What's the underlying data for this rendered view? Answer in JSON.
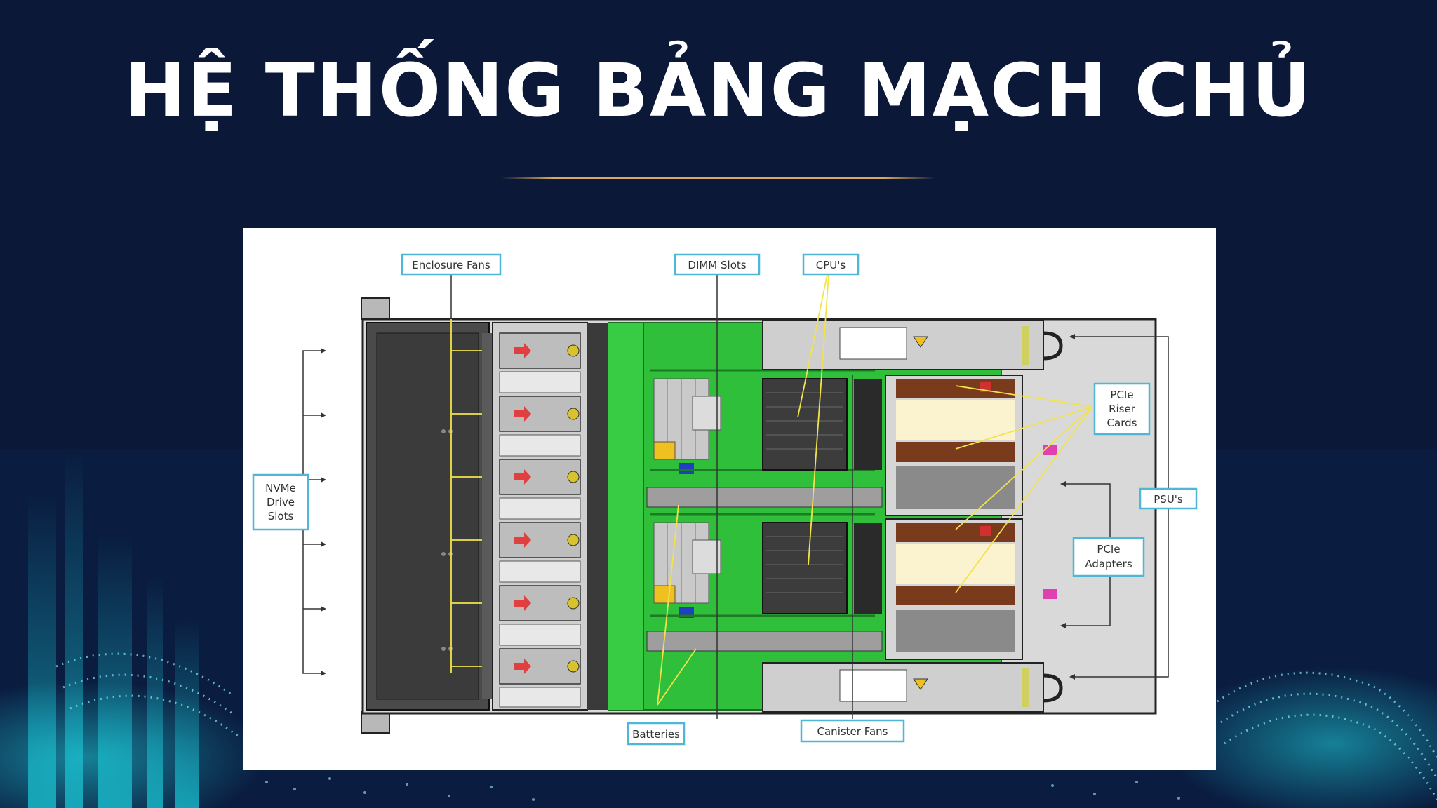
{
  "title": "HỆ THỐNG BẢNG MẠCH CHỦ",
  "labels": {
    "enclosure_fans": "Enclosure Fans",
    "dimm_slots": "DIMM Slots",
    "cpus": "CPU's",
    "nvme": [
      "NVMe",
      "Drive",
      "Slots"
    ],
    "pcie_riser": [
      "PCIe",
      "Riser",
      "Cards"
    ],
    "psus": "PSU's",
    "pcie_adapters": [
      "PCIe",
      "Adapters"
    ],
    "batteries": "Batteries",
    "canister_fans": "Canister Fans"
  },
  "colors": {
    "background": "#0b1838",
    "accent_rule": "#d9a860",
    "label_border": "#4fb6d6",
    "board_green": "#2fbf3a",
    "leader_yellow": "#f2e34a",
    "riser_brown": "#7a3a1c"
  }
}
